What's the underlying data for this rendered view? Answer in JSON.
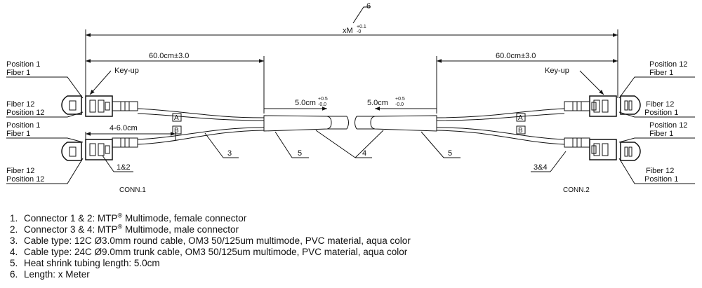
{
  "diagram": {
    "dim_overall_label": "xM",
    "dim_overall_tol_upper": "+0.1",
    "dim_overall_tol_lower": "-0",
    "callout_overall": "6",
    "dim_left_breakout": "60.0cm±3.0",
    "dim_right_breakout": "60.0cm±3.0",
    "dim_heatshrink_left_label": "5.0cm",
    "dim_heatshrink_left_tol_upper": "+0.5",
    "dim_heatshrink_left_tol_lower": "-0.0",
    "dim_heatshrink_right_label": "5.0cm",
    "dim_heatshrink_right_tol_upper": "+0.5",
    "dim_heatshrink_right_tol_lower": "-0.0",
    "dim_stagger": "4-6.0cm",
    "key_up_left": "Key-up",
    "key_up_right": "Key-up",
    "conn_left": "CONN.1",
    "conn_right": "CONN.2",
    "callout_3": "3",
    "callout_4": "4",
    "callout_5_left": "5",
    "callout_5_right": "5",
    "callout_12": "1&2",
    "callout_34": "3&4",
    "tag_a_left": "A",
    "tag_b_left": "B",
    "tag_a_right": "A",
    "tag_b_right": "B",
    "left_labels": {
      "top_pos": "Position  1",
      "top_fiber": "Fiber  1",
      "mid_fiber": "Fiber  12",
      "mid_pos": "Position  12",
      "lower_pos": "Position  1",
      "lower_fiber": "Fiber  1",
      "bottom_fiber": "Fiber  12",
      "bottom_pos": "Position  12"
    },
    "right_labels": {
      "top_pos": "Position  12",
      "top_fiber": "Fiber  1",
      "mid_fiber": "Fiber  12",
      "mid_pos": "Position  1",
      "lower_pos": "Position  12",
      "lower_fiber": "Fiber  1",
      "bottom_fiber": "Fiber  12",
      "bottom_pos": "Position  1"
    }
  },
  "notes": [
    {
      "num": "1.",
      "before": "Connector 1 & 2: MTP",
      "sup": "®",
      "after": " Multimode, female connector"
    },
    {
      "num": "2.",
      "before": "Connector 3 & 4: MTP",
      "sup": "®",
      "after": " Multimode, male connector"
    },
    {
      "num": "3.",
      "before": "Cable type: 12C Ø3.0mm round cable, OM3 50/125um multimode, PVC material, aqua color",
      "sup": "",
      "after": ""
    },
    {
      "num": "4.",
      "before": "Cable type: 24C Ø9.0mm trunk cable, OM3 50/125um multimode, PVC material, aqua color",
      "sup": "",
      "after": ""
    },
    {
      "num": "5.",
      "before": "Heat shrink tubing length: 5.0cm",
      "sup": "",
      "after": ""
    },
    {
      "num": "6.",
      "before": "Length: x Meter",
      "sup": "",
      "after": ""
    }
  ]
}
